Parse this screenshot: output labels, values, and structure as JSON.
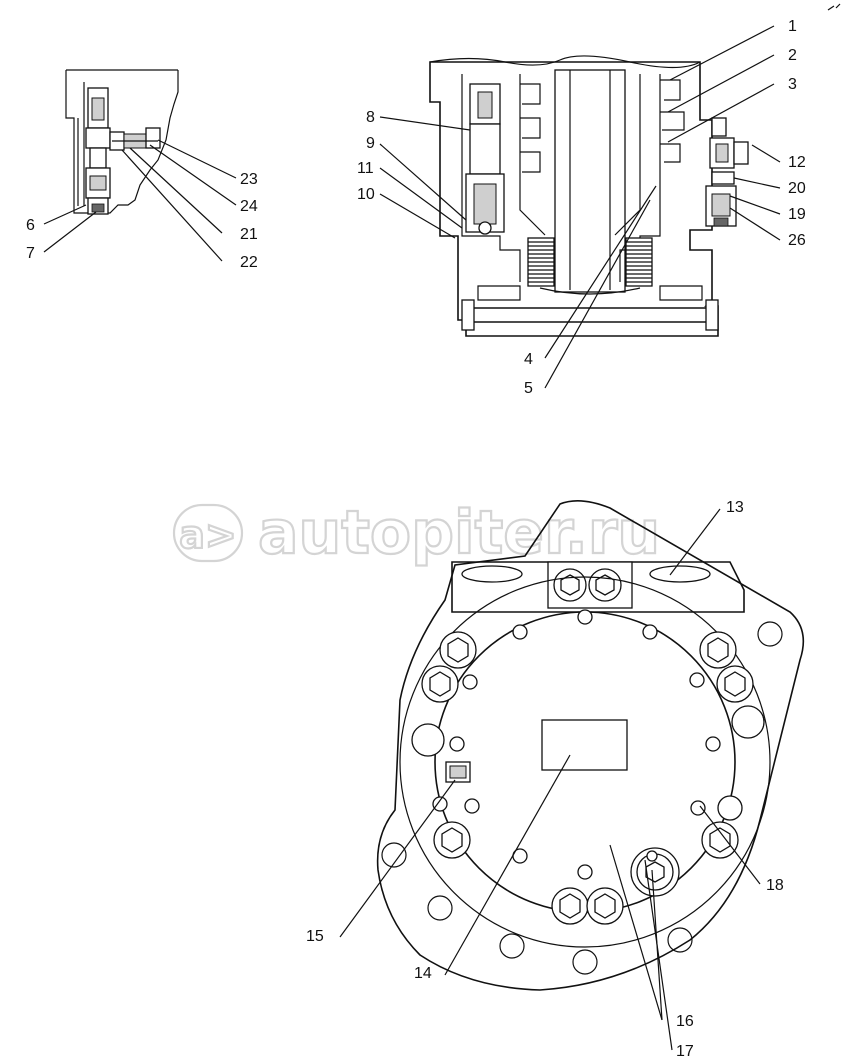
{
  "watermark": {
    "text": "autopiter.ru",
    "badge_symbol": "a>"
  },
  "colors": {
    "ink": "#111111",
    "watermark": "#d4d4d4",
    "background": "#ffffff",
    "shading": "#cfcfcf"
  },
  "callouts": {
    "top_left": [
      "23",
      "24",
      "21",
      "22",
      "6",
      "7"
    ],
    "top_right": [
      "1",
      "2",
      "3",
      "8",
      "9",
      "11",
      "10",
      "12",
      "20",
      "19",
      "26",
      "4",
      "5"
    ],
    "bottom": [
      "13",
      "15",
      "14",
      "18",
      "16",
      "17"
    ]
  }
}
